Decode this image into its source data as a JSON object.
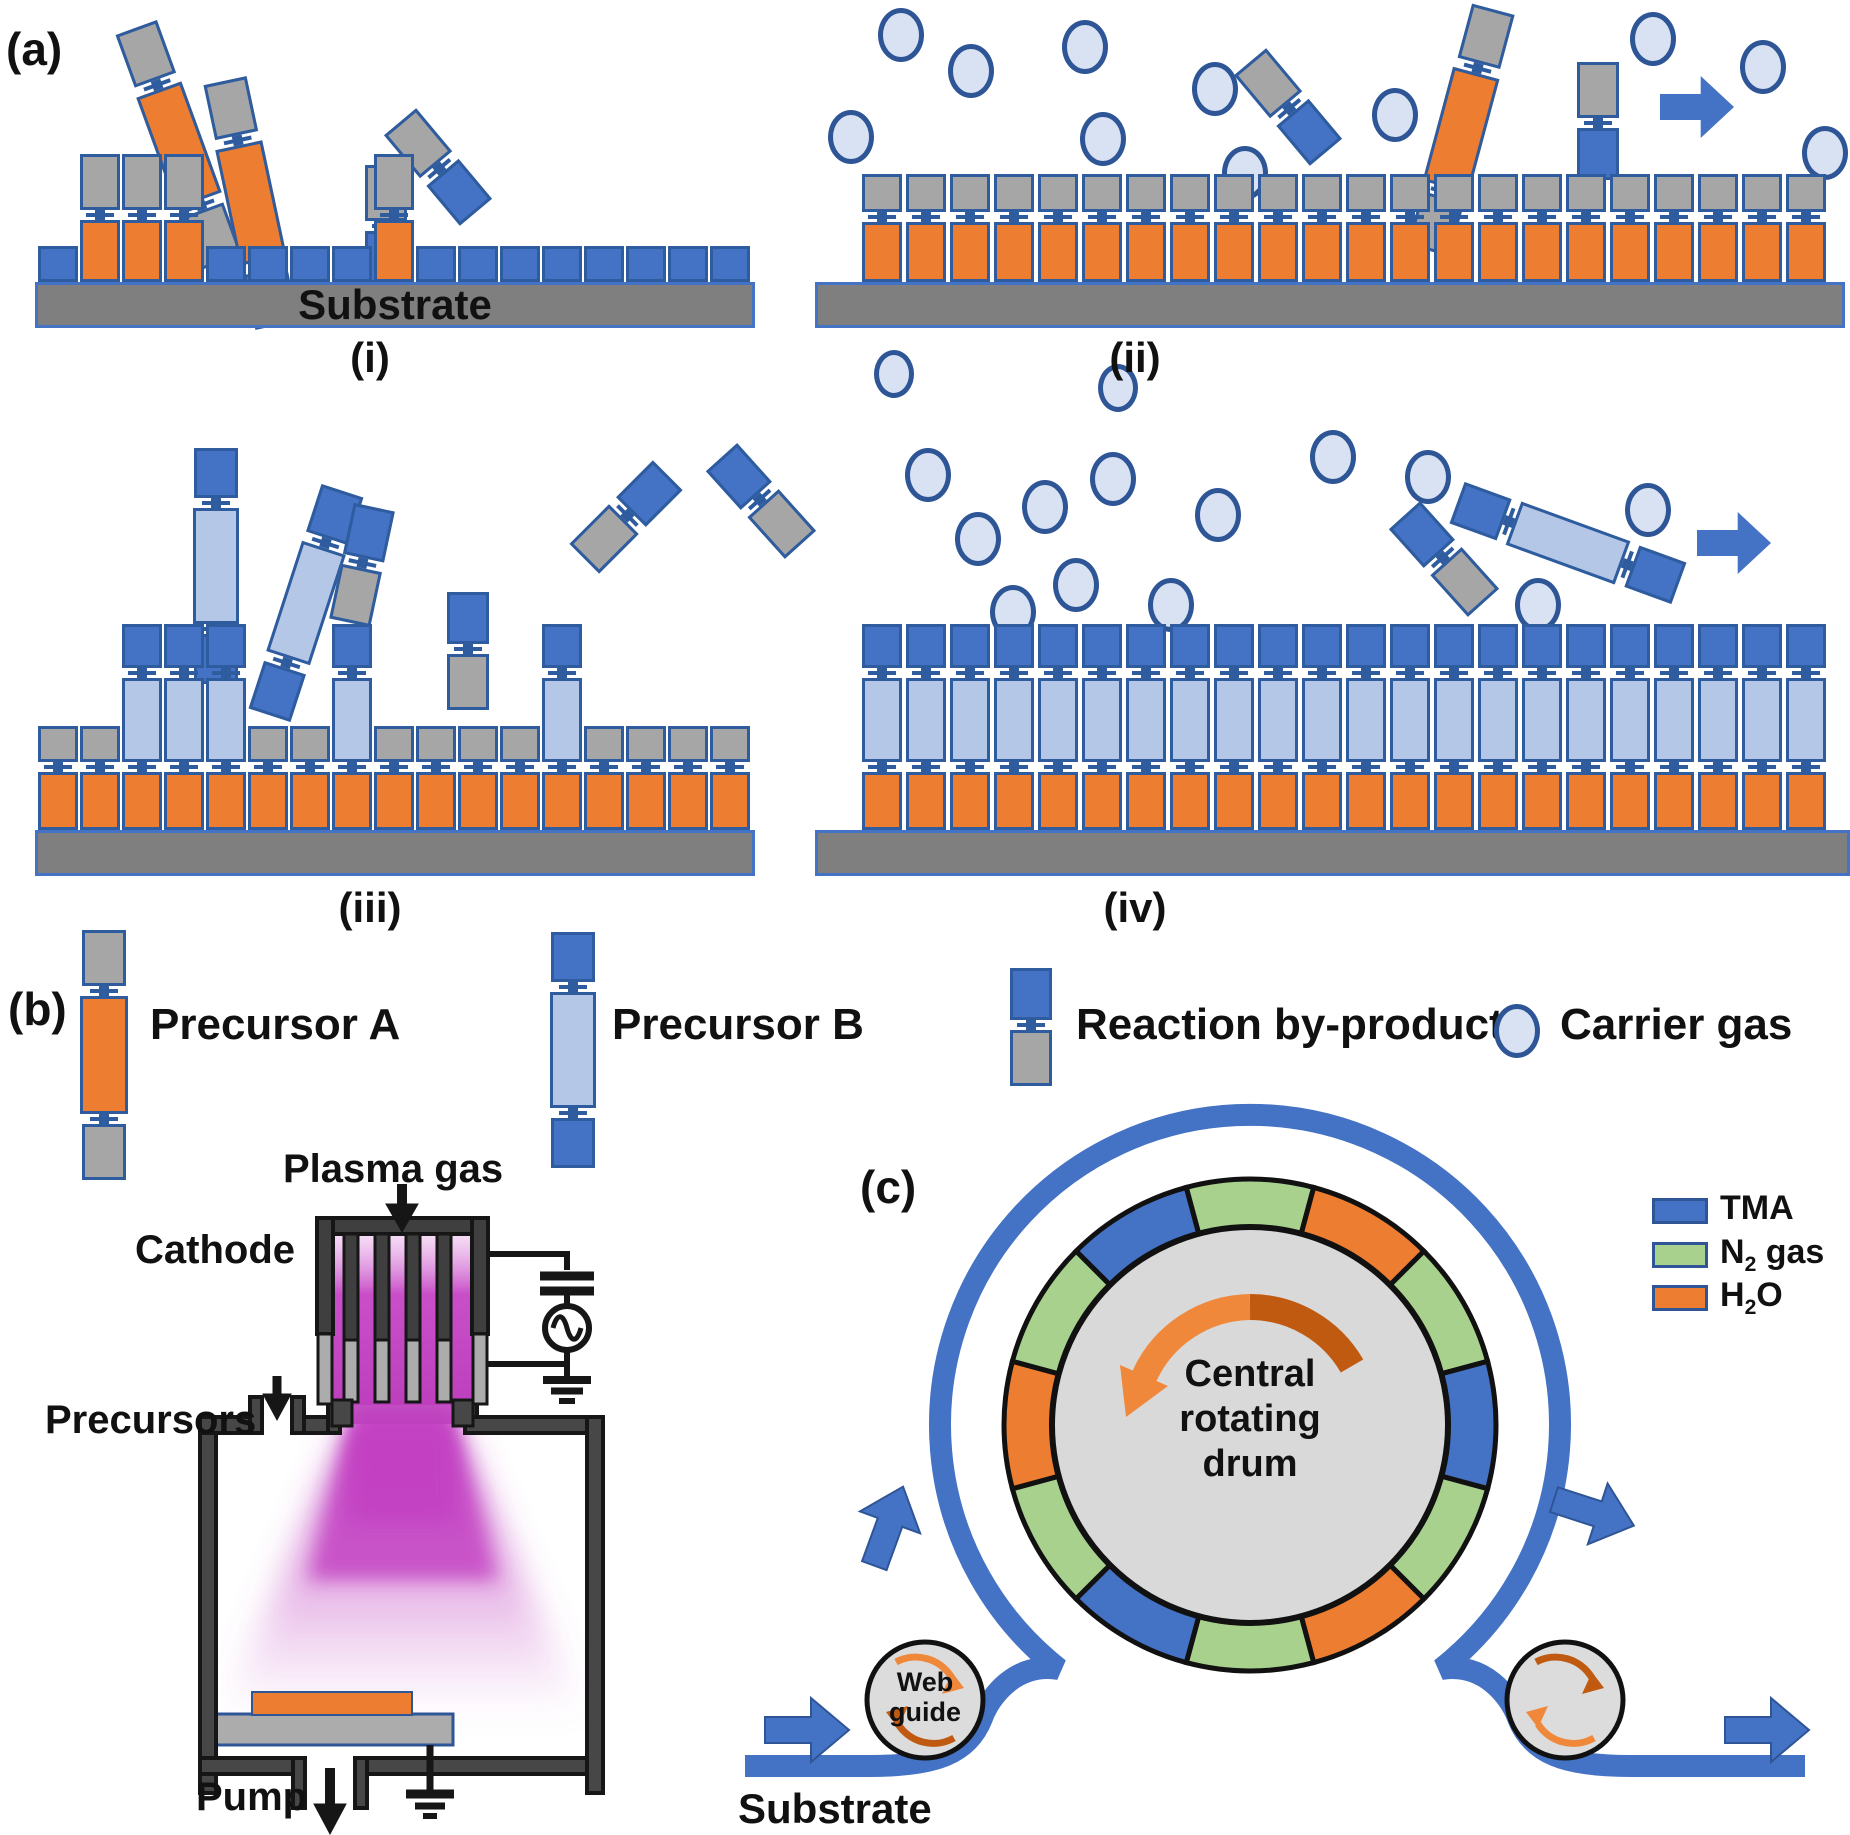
{
  "colors": {
    "blue": "#4472C4",
    "light_blue": "#B4C7E7",
    "pale_blue": "#D9E2F3",
    "orange": "#ED7D31",
    "gray": "#A6A6A6",
    "substrate_gray": "#7F7F7F",
    "green": "#A9D18E",
    "drum_gray": "#D9D9D9",
    "plasma_magenta": "#C341C3",
    "chamber_dark": "#474747",
    "arrow_orange": "#F0883B",
    "arrow_dark_orange": "#C05A11",
    "outline_blue": "#2F5597"
  },
  "panel_a": {
    "label": "(a)",
    "sub_i": "(i)",
    "sub_ii": "(ii)",
    "sub_iii": "(iii)",
    "sub_iv": "(iv)",
    "substrate_label": "Substrate",
    "surfaces": {
      "i": [
        "s",
        "A",
        "A",
        "A",
        "s",
        "s",
        "s",
        "s",
        "A",
        "s",
        "s",
        "s",
        "s",
        "s",
        "s",
        "s",
        "s"
      ],
      "ii": [
        "M",
        "M",
        "M",
        "M",
        "M",
        "M",
        "M",
        "M",
        "M",
        "M",
        "M",
        "M",
        "M",
        "M",
        "M",
        "M",
        "M",
        "M",
        "M",
        "M",
        "M",
        "M"
      ],
      "iii": [
        "g",
        "g",
        "B",
        "B",
        "B",
        "g",
        "g",
        "B",
        "g",
        "g",
        "g",
        "g",
        "B",
        "g",
        "g",
        "g",
        "g"
      ],
      "iv": [
        "F",
        "F",
        "F",
        "F",
        "F",
        "F",
        "F",
        "F",
        "F",
        "F",
        "F",
        "F",
        "F",
        "F",
        "F",
        "F",
        "F",
        "F",
        "F",
        "F",
        "F",
        "F"
      ]
    },
    "legend": {
      "precursor_a": "Precursor A",
      "precursor_b": "Precursor B",
      "byproduct": "Reaction by-product",
      "carrier": "Carrier gas"
    }
  },
  "panel_b": {
    "label": "(b)",
    "plasma_gas": "Plasma gas",
    "cathode": "Cathode",
    "precursors": "Precursors",
    "pump": "Pump"
  },
  "panel_c": {
    "label": "(c)",
    "drum_label": "Central rotating drum",
    "web_guide": "Web guide",
    "substrate": "Substrate",
    "legend": [
      {
        "label": "TMA",
        "base": "TMA",
        "sub": "",
        "rest": "",
        "key": "TMA"
      },
      {
        "label": "N2 gas",
        "base": "N",
        "sub": "2",
        "rest": " gas",
        "key": "N2"
      },
      {
        "label": "H2O",
        "base": "H",
        "sub": "2",
        "rest": "O",
        "key": "H2O"
      }
    ],
    "drum_segments": [
      "TMA",
      "N2",
      "H2O",
      "N2",
      "TMA",
      "N2",
      "H2O",
      "N2",
      "TMA",
      "N2",
      "H2O",
      "N2"
    ],
    "segment_colors": {
      "TMA": "#4472C4",
      "N2": "#A9D18E",
      "H2O": "#ED7D31"
    }
  }
}
